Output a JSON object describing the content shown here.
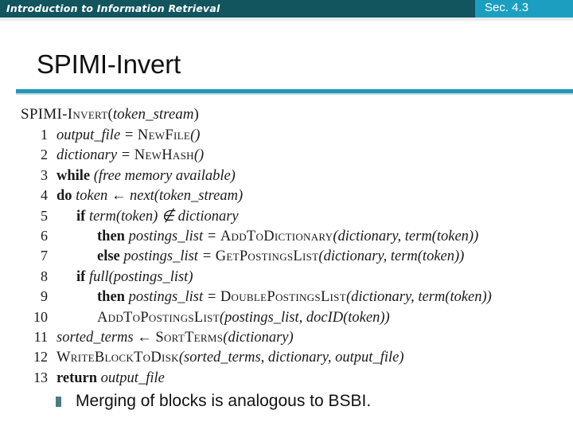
{
  "header": {
    "course_title": "Introduction to Information Retrieval",
    "section_label": "Sec. 4.3",
    "left_band_color": "#12555e",
    "right_band_color": "#1c9ec0"
  },
  "slide": {
    "title": "SPIMI-Invert",
    "rule_color": "#2196b8"
  },
  "pseudocode": {
    "signature": {
      "name": "SPIMI-Invert",
      "open": "(",
      "arg": "token_stream",
      "close": ")"
    },
    "lines": [
      {
        "num": "1",
        "indent": 0,
        "keyword": "",
        "text": "output_file = NewFile()"
      },
      {
        "num": "2",
        "indent": 0,
        "keyword": "",
        "text": "dictionary = NewHash()"
      },
      {
        "num": "3",
        "indent": 0,
        "keyword": "while",
        "text": "(free memory available)"
      },
      {
        "num": "4",
        "indent": 0,
        "keyword": "do",
        "text": "token ← next(token_stream)"
      },
      {
        "num": "5",
        "indent": 1,
        "keyword": "if",
        "text": "term(token) ∉ dictionary"
      },
      {
        "num": "6",
        "indent": 2,
        "keyword": "then",
        "text": "postings_list = AddToDictionary(dictionary, term(token))"
      },
      {
        "num": "7",
        "indent": 2,
        "keyword": "else",
        "text": "postings_list = GetPostingsList(dictionary, term(token))"
      },
      {
        "num": "8",
        "indent": 1,
        "keyword": "if",
        "text": "full(postings_list)"
      },
      {
        "num": "9",
        "indent": 2,
        "keyword": "then",
        "text": "postings_list = DoublePostingsList(dictionary, term(token))"
      },
      {
        "num": "10",
        "indent": 2,
        "keyword": "",
        "text": "AddToPostingsList(postings_list, docID(token))"
      },
      {
        "num": "11",
        "indent": 0,
        "keyword": "",
        "text": "sorted_terms ← SortTerms(dictionary)"
      },
      {
        "num": "12",
        "indent": 0,
        "keyword": "",
        "text": "WriteBlockToDisk(sorted_terms, dictionary, output_file)"
      },
      {
        "num": "13",
        "indent": 0,
        "keyword": "return",
        "text": "output_file"
      }
    ]
  },
  "bullet": {
    "marker": "section-marker-icon",
    "text": "Merging of blocks is analogous to BSBI.",
    "marker_color": "#4c7b86"
  }
}
